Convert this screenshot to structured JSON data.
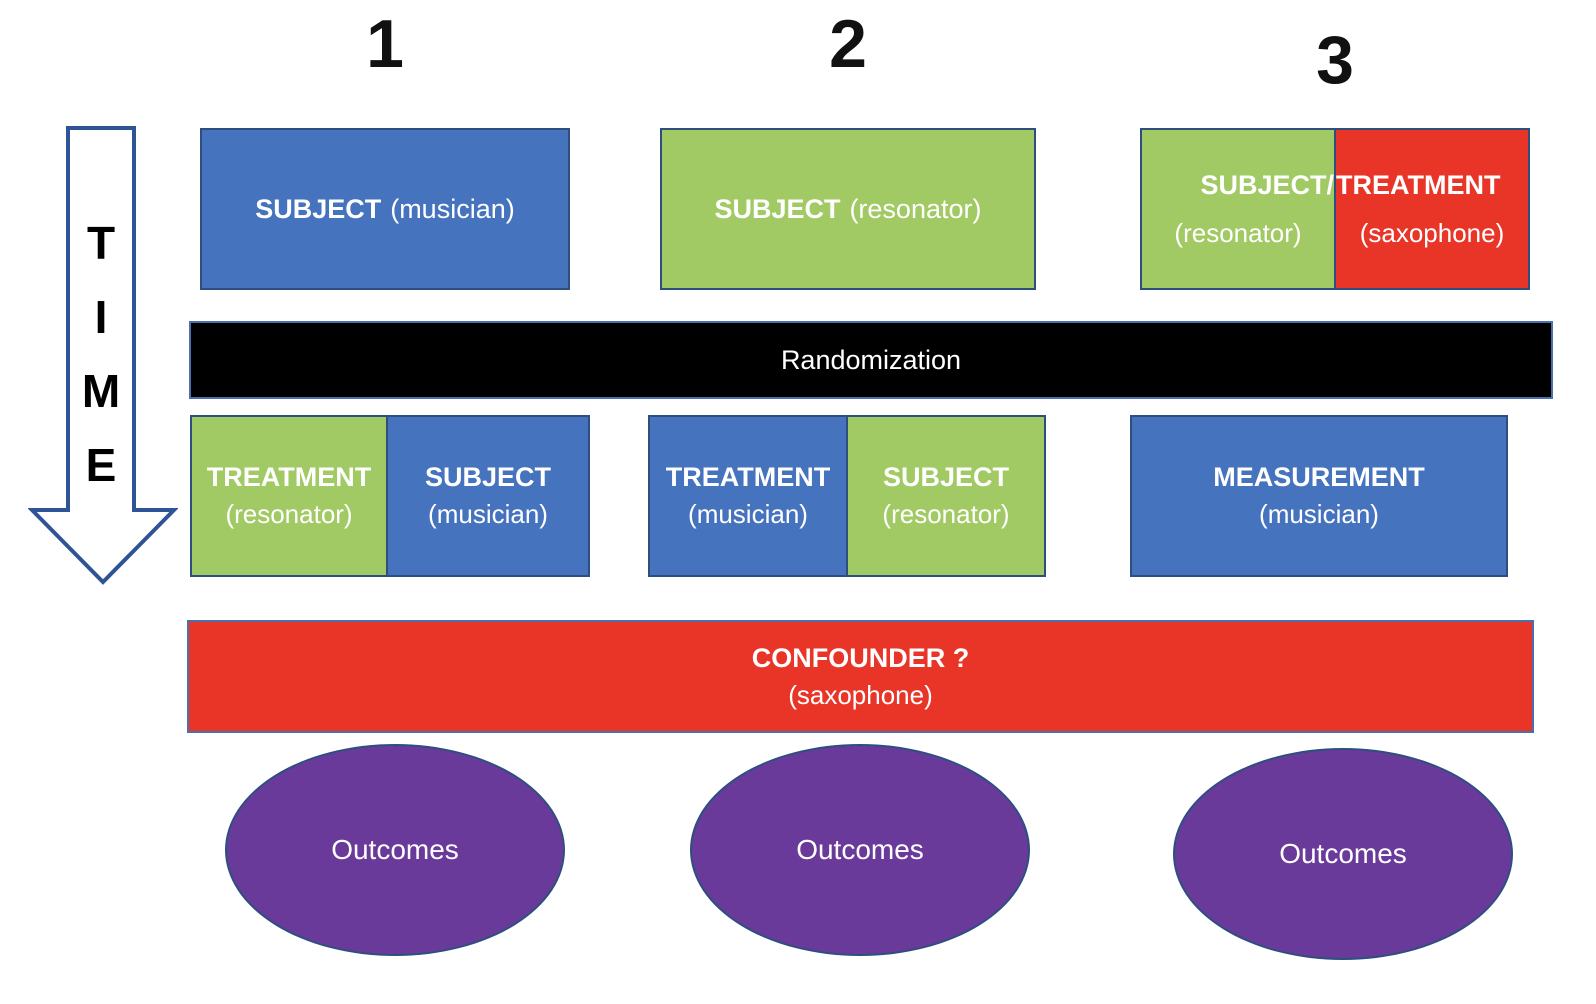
{
  "colors": {
    "blue": "#4673BE",
    "green": "#A1CA64",
    "red": "#E93428",
    "purple": "#6A3A9B",
    "barBlack": "#000000",
    "borderDark": "#2E4E80",
    "borderLight": "#4A6FAE",
    "arrowOutline": "#2F5496",
    "textOnFill": "#FFFFFF"
  },
  "time_arrow": {
    "letters": {
      "0": "T",
      "1": "I",
      "2": "M",
      "3": "E"
    }
  },
  "columns": [
    {
      "number": "1",
      "stage1": {
        "color": "blue",
        "bold": "SUBJECT",
        "normal": "(musician)"
      },
      "stage2": {
        "left": {
          "color": "green",
          "bold": "TREATMENT",
          "normal": "(resonator)"
        },
        "right": {
          "color": "blue",
          "bold": "SUBJECT",
          "normal": "(musician)"
        }
      },
      "outcome": "Outcomes"
    },
    {
      "number": "2",
      "stage1": {
        "color": "green",
        "bold": "SUBJECT",
        "normal": "(resonator)"
      },
      "stage2": {
        "left": {
          "color": "blue",
          "bold": "TREATMENT",
          "normal": "(musician)"
        },
        "right": {
          "color": "green",
          "bold": "SUBJECT",
          "normal": "(resonator)"
        }
      },
      "outcome": "Outcomes"
    },
    {
      "number": "3",
      "stage1": {
        "title_left": "SUBJECT/",
        "title_right": "TREATMENT",
        "left": {
          "color": "green",
          "normal": "(resonator)"
        },
        "right": {
          "color": "red",
          "normal": "(saxophone)"
        }
      },
      "stage2": {
        "color": "blue",
        "bold": "MEASUREMENT",
        "normal": "(musician)"
      },
      "outcome": "Outcomes"
    }
  ],
  "randomization": {
    "label": "Randomization"
  },
  "confounder": {
    "bold": "CONFOUNDER ?",
    "normal": "(saxophone)"
  }
}
